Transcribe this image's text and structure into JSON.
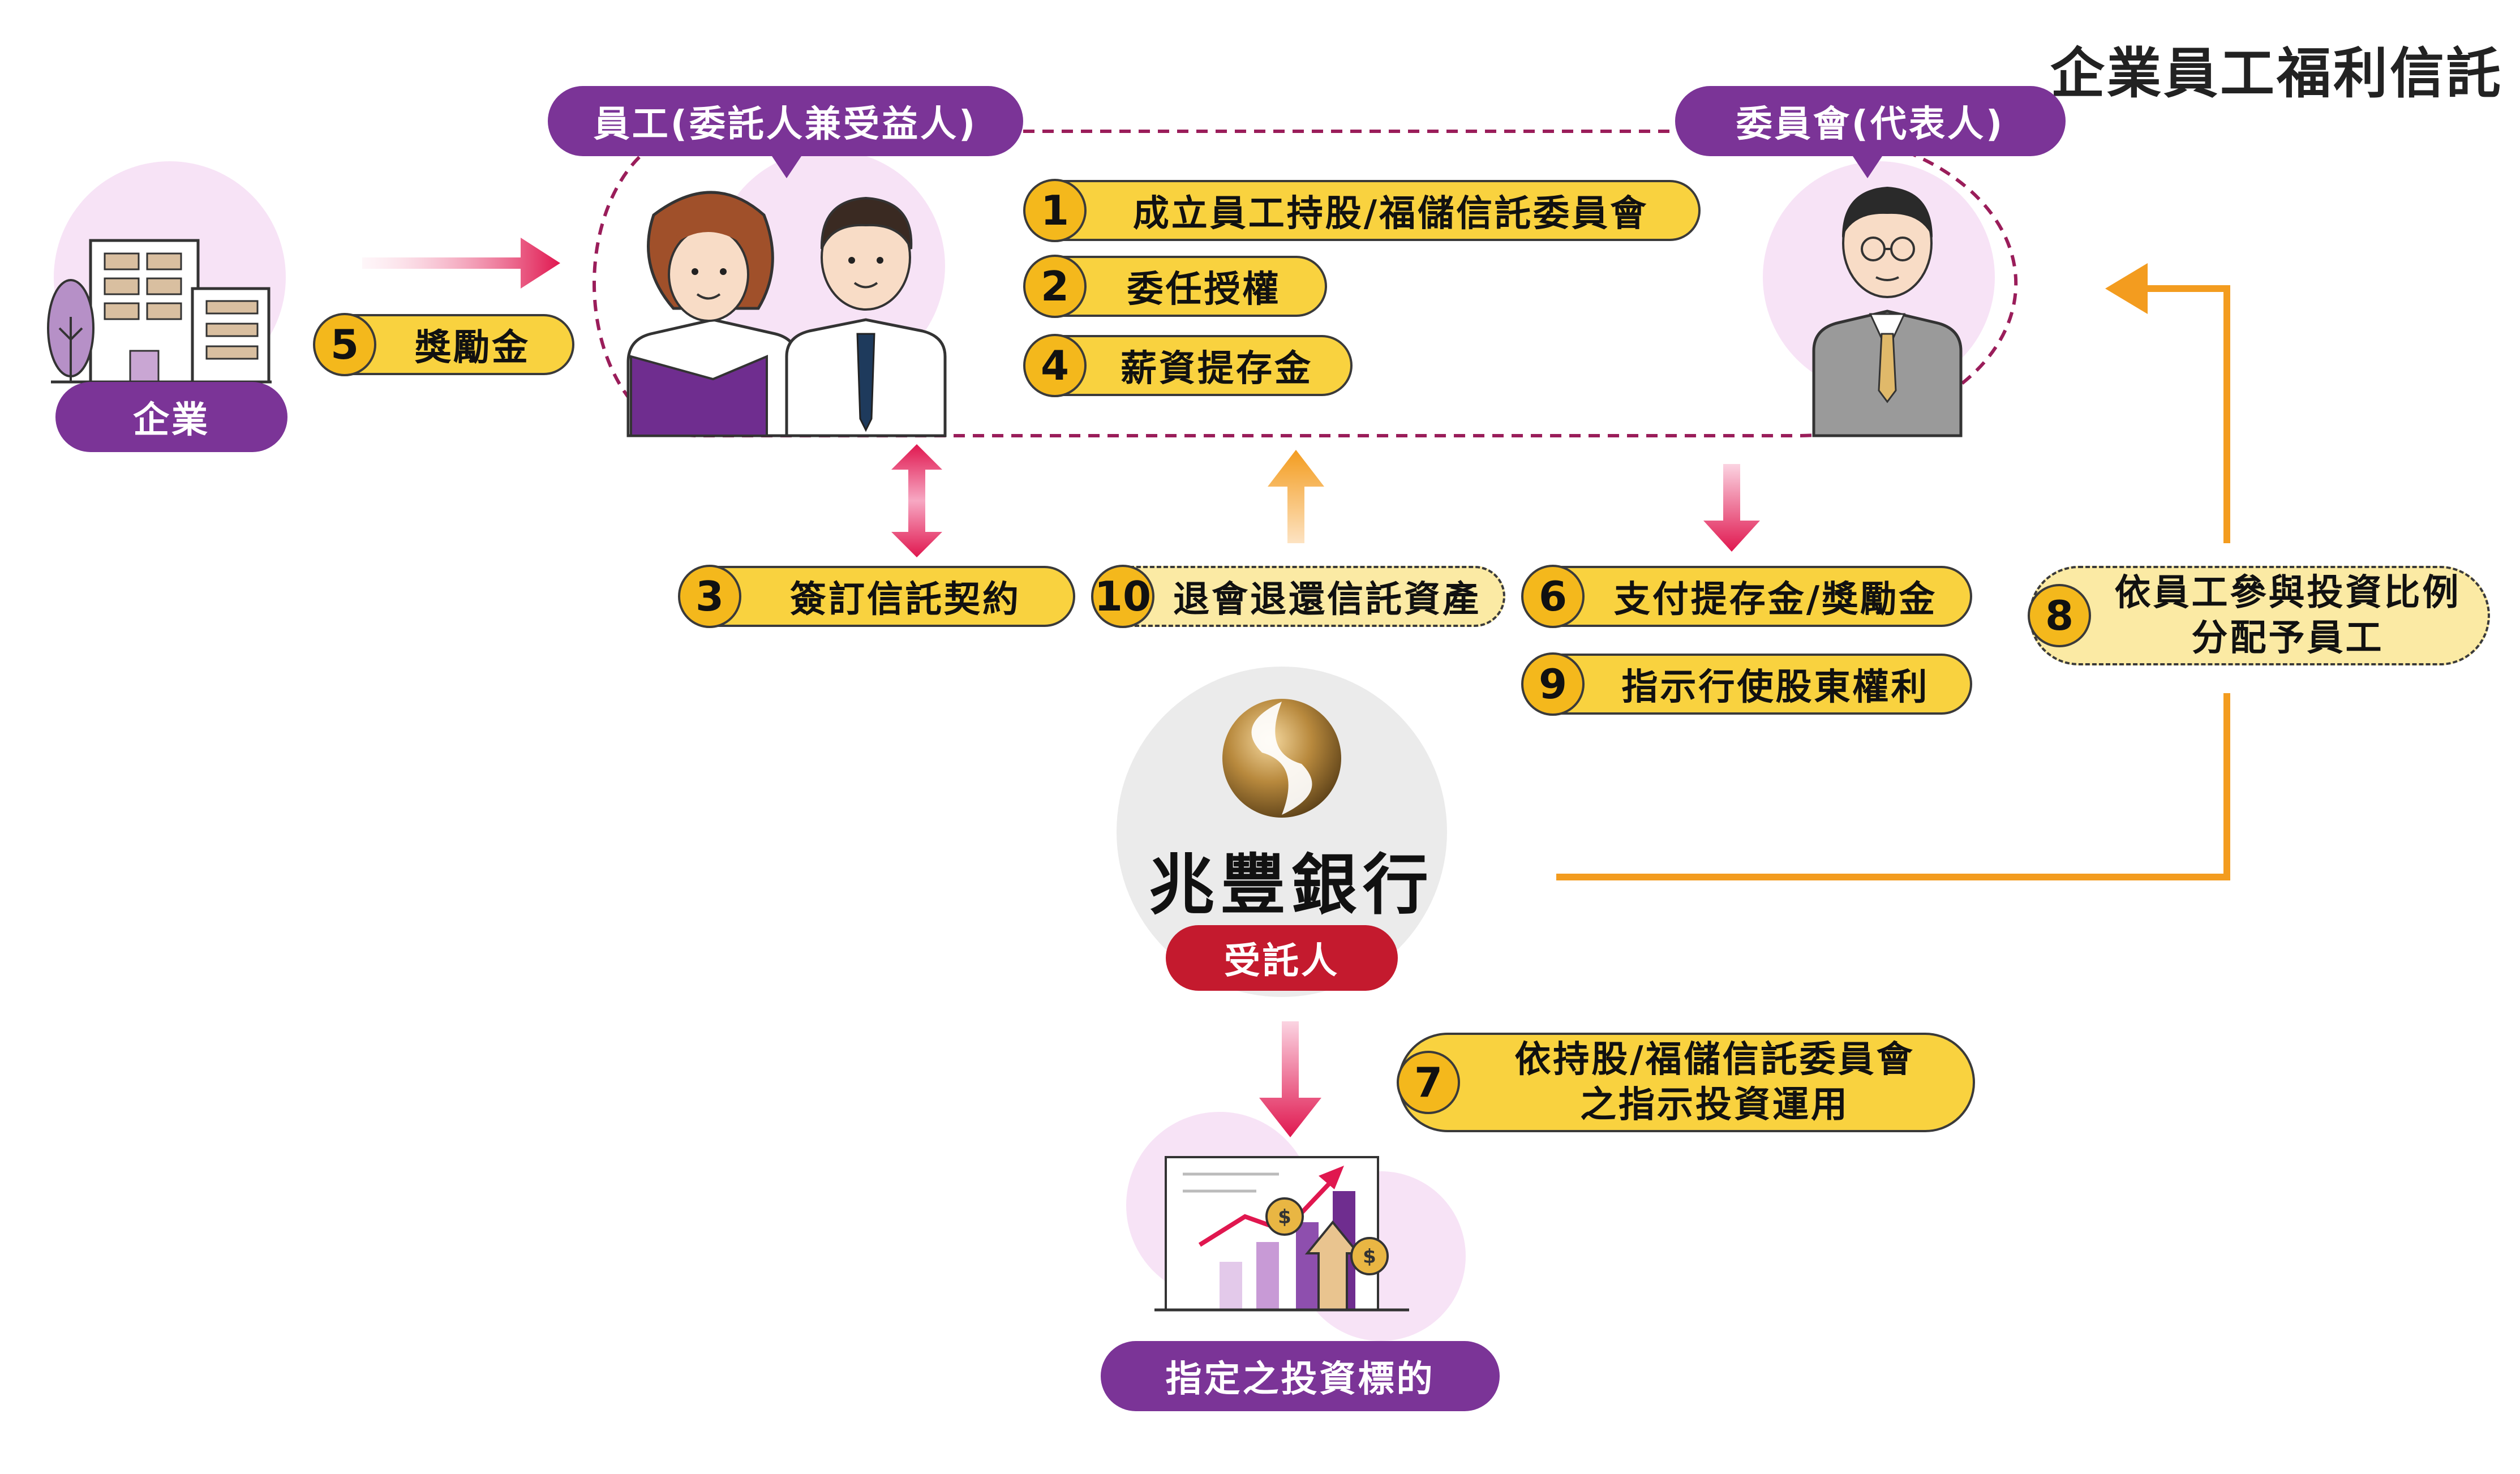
{
  "title": "企業員工福利信託",
  "labels": {
    "employee": "員工(委託人兼受益人)",
    "committee": "委員會(代表人)",
    "company": "企業",
    "trustee": "受託人",
    "bank_name": "兆豐銀行",
    "target": "指定之投資標的"
  },
  "steps": [
    {
      "num": "1",
      "label": "成立員工持股/福儲信託委員會"
    },
    {
      "num": "2",
      "label": "委任授權"
    },
    {
      "num": "4",
      "label": "薪資提存金"
    },
    {
      "num": "5",
      "label": "獎勵金"
    },
    {
      "num": "3",
      "label": "簽訂信託契約"
    },
    {
      "num": "10",
      "label": "退會退還信託資產"
    },
    {
      "num": "6",
      "label": "支付提存金/獎勵金"
    },
    {
      "num": "9",
      "label": "指示行使股東權利"
    },
    {
      "num": "8",
      "line1": "依員工參與投資比例",
      "line2": "分配予員工"
    },
    {
      "num": "7",
      "line1": "依持股/福儲信託委員會",
      "line2": "之指示投資運用"
    }
  ],
  "colors": {
    "purple": "#7b3497",
    "red": "#c41a2e",
    "yellow": "#f9d23f",
    "orange_arrow": "#f39c1f",
    "crimson_arrow": "#e0174f",
    "pink_circle": "#f7e3f6"
  },
  "icons": {
    "company": "building-icon",
    "employees": "employee-couple-icon",
    "committee": "committee-rep-icon",
    "bank": "mega-bank-logo",
    "investment": "growth-chart-icon"
  }
}
